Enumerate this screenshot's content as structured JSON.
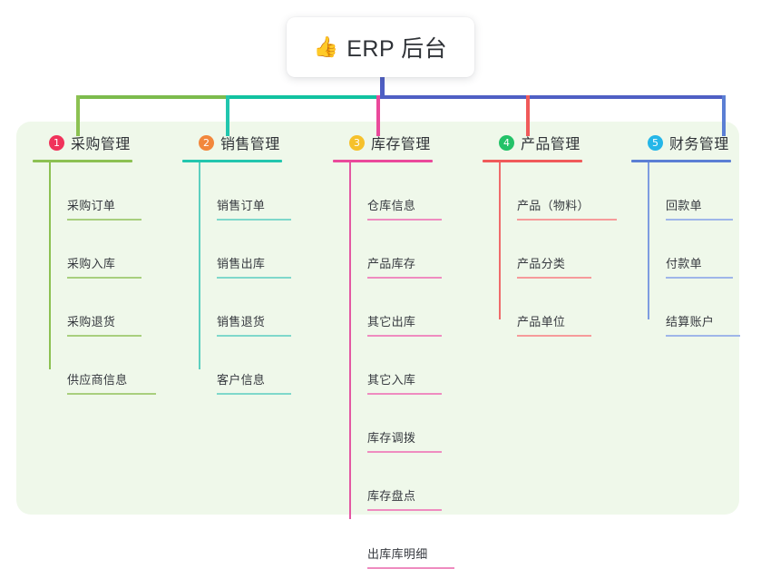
{
  "root": {
    "icon": "thumbs-up-icon",
    "emoji": "👍",
    "title": "ERP 后台"
  },
  "canvas": {
    "background": "#eff8ea",
    "page_background": "#ffffff"
  },
  "trunk": {
    "segments": [
      {
        "name": "segment-green",
        "color": "#7cbb4d"
      },
      {
        "name": "segment-teal",
        "color": "#12c2a0"
      },
      {
        "name": "segment-blue",
        "color": "#4f5fc4"
      }
    ],
    "stem_color": "#4f5fc4"
  },
  "columns": [
    {
      "index": "1",
      "title": "采购管理",
      "badge_color": "#f0335b",
      "line_color": "#8cc152",
      "items": [
        "采购订单",
        "采购入库",
        "采购退货",
        "供应商信息"
      ]
    },
    {
      "index": "2",
      "title": "销售管理",
      "badge_color": "#f2873c",
      "line_color": "#22c6ae",
      "items": [
        "销售订单",
        "销售出库",
        "销售退货",
        "客户信息"
      ]
    },
    {
      "index": "3",
      "title": "库存管理",
      "badge_color": "#f6c12b",
      "line_color": "#ea499b",
      "items": [
        "仓库信息",
        "产品库存",
        "其它出库",
        "其它入库",
        "库存调拨",
        "库存盘点",
        "出库库明细"
      ]
    },
    {
      "index": "4",
      "title": "产品管理",
      "badge_color": "#23c268",
      "line_color": "#f05a5a",
      "items": [
        "产品（物料）",
        "产品分类",
        "产品单位"
      ]
    },
    {
      "index": "5",
      "title": "财务管理",
      "badge_color": "#25b6e8",
      "line_color": "#5b7fd4",
      "items": [
        "回款单",
        "付款单",
        "结算账户"
      ]
    }
  ]
}
